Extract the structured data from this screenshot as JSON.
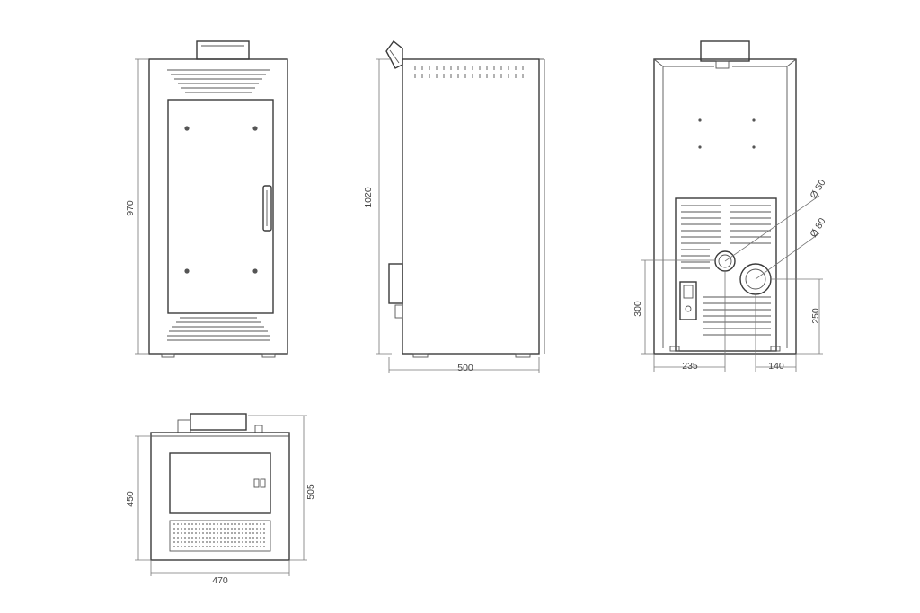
{
  "views": {
    "front": {
      "height_label": "970"
    },
    "side": {
      "height_label": "1020",
      "depth_label": "500"
    },
    "rear": {
      "dia_small_label": "Ø 50",
      "dia_large_label": "Ø 80",
      "left_height_label": "300",
      "right_height_label": "250",
      "left_width_label": "235",
      "right_width_label": "140"
    },
    "top": {
      "depth_inner_label": "450",
      "depth_outer_label": "505",
      "width_label": "470"
    }
  }
}
